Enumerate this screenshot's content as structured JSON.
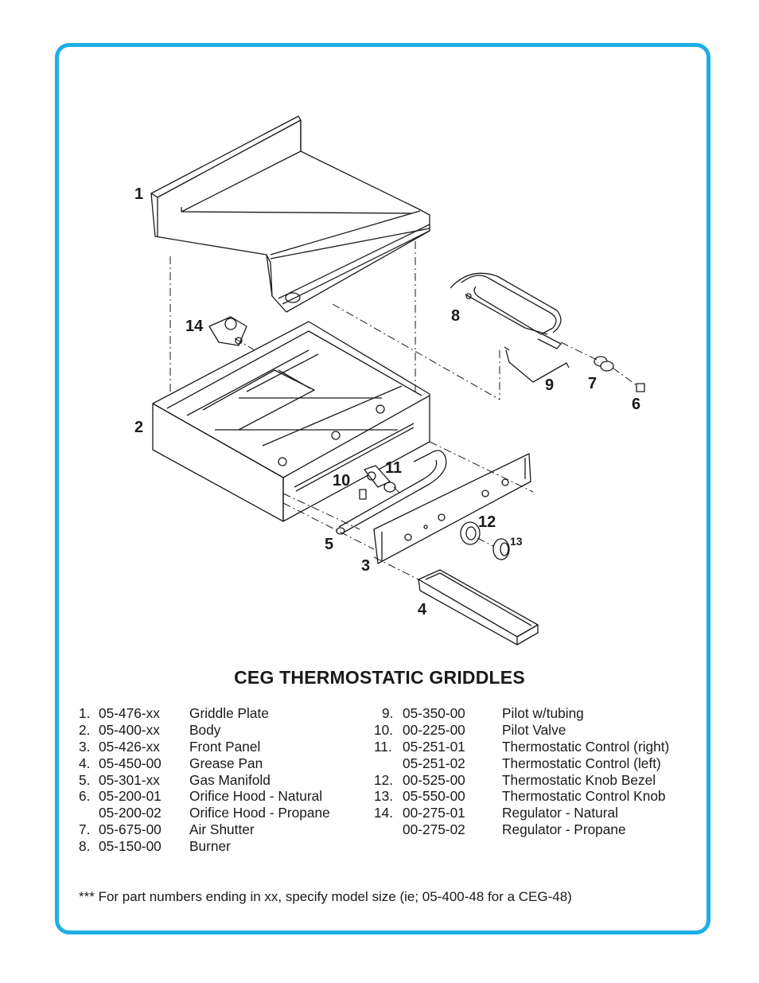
{
  "callouts": [
    "1",
    "2",
    "3",
    "4",
    "5",
    "6",
    "7",
    "8",
    "9",
    "10",
    "11",
    "12",
    "13",
    "14"
  ],
  "title": "CEG THERMOSTATIC GRIDDLES",
  "parts_left": [
    {
      "num": "1.",
      "part": "05-476-xx",
      "desc": "Griddle Plate"
    },
    {
      "num": "2.",
      "part": "05-400-xx",
      "desc": "Body"
    },
    {
      "num": "3.",
      "part": "05-426-xx",
      "desc": "Front Panel"
    },
    {
      "num": "4.",
      "part": "05-450-00",
      "desc": "Grease Pan"
    },
    {
      "num": "5.",
      "part": "05-301-xx",
      "desc": "Gas Manifold"
    },
    {
      "num": "6.",
      "part": "05-200-01",
      "desc": "Orifice Hood - Natural"
    },
    {
      "num": "",
      "part": "05-200-02",
      "desc": "Orifice Hood - Propane"
    },
    {
      "num": "7.",
      "part": "05-675-00",
      "desc": "Air Shutter"
    },
    {
      "num": "8.",
      "part": "05-150-00",
      "desc": "Burner"
    }
  ],
  "parts_right": [
    {
      "num": "9.",
      "part": "05-350-00",
      "desc": "Pilot w/tubing"
    },
    {
      "num": "10.",
      "part": "00-225-00",
      "desc": "Pilot Valve"
    },
    {
      "num": "11.",
      "part": "05-251-01",
      "desc": "Thermostatic Control (right)"
    },
    {
      "num": "",
      "part": "05-251-02",
      "desc": "Thermostatic Control (left)"
    },
    {
      "num": "12.",
      "part": "00-525-00",
      "desc": "Thermostatic Knob Bezel"
    },
    {
      "num": "13.",
      "part": "05-550-00",
      "desc": "Thermostatic Control Knob"
    },
    {
      "num": "14.",
      "part": "00-275-01",
      "desc": "Regulator - Natural"
    },
    {
      "num": "",
      "part": "00-275-02",
      "desc": "Regulator - Propane"
    }
  ],
  "footnote": "*** For part numbers ending in xx, specify model size (ie; 05-400-48 for a CEG-48)",
  "colors": {
    "border": "#1eaee6",
    "ink": "#1a1a1a"
  }
}
